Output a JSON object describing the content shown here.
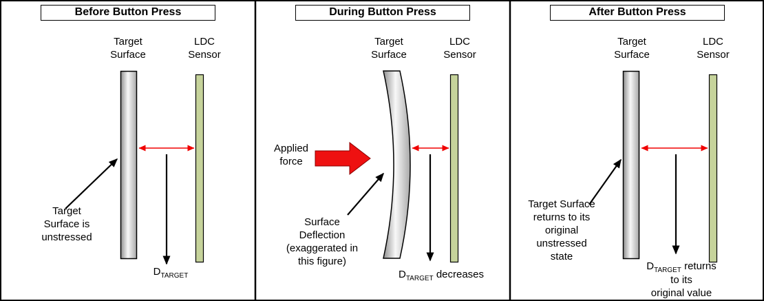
{
  "figure": {
    "panels": [
      {
        "title": "Before Button Press",
        "target_surface_label": "Target\nSurface",
        "ldc_sensor_label": "LDC\nSensor",
        "d_symbol": "D",
        "d_subscript": "TARGET",
        "annotation": "Target\nSurface is\nunstressed"
      },
      {
        "title": "During Button Press",
        "target_surface_label": "Target\nSurface",
        "ldc_sensor_label": "LDC\nSensor",
        "applied_force_label": "Applied\nforce",
        "d_symbol": "D",
        "d_subscript": "TARGET",
        "d_suffix": " decreases",
        "annotation": "Surface\nDeflection\n(exaggerated in\nthis figure)"
      },
      {
        "title": "After Button Press",
        "target_surface_label": "Target\nSurface",
        "ldc_sensor_label": "LDC\nSensor",
        "d_symbol": "D",
        "d_subscript": "TARGET",
        "d_suffix_line1": " returns to its",
        "d_suffix_line2": "original value",
        "annotation": "Target Surface\nreturns to its\noriginal\nunstressed\nstate"
      }
    ],
    "colors": {
      "dimension_arrow_red": "#f00000",
      "applied_force_red": "#ee1111",
      "sensor_green": "#c6d39b",
      "target_bar_gray": "#c9c9c9",
      "outline_black": "#000000"
    }
  }
}
